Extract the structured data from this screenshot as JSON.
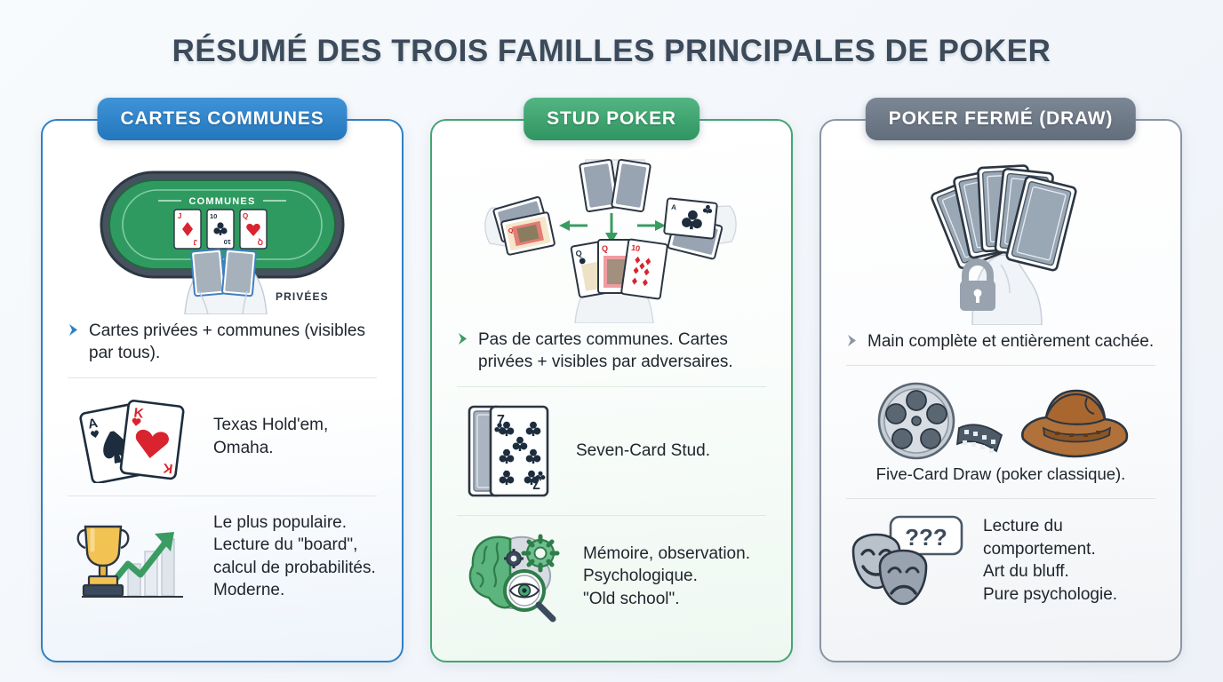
{
  "title": "RÉSUMÉ DES TROIS FAMILLES PRINCIPALES DE POKER",
  "colors": {
    "blue": "#2f80c6",
    "green": "#44a572",
    "gray": "#8a95a3",
    "title_text": "#3c4a5a",
    "body_text": "#20262e",
    "table_felt": "#2f9a5f",
    "heart_red": "#d9232e",
    "spade_dark": "#1d2d3e"
  },
  "columns": [
    {
      "id": "community-cards",
      "accent": "blue",
      "header": "CARTES COMMUNES",
      "illustration": {
        "name": "poker-table-illustration",
        "label_top": "COMMUNES",
        "label_hand": "PRIVÉES",
        "community_cards": [
          {
            "rank": "J",
            "suit": "diamond"
          },
          {
            "rank": "10",
            "suit": "club"
          },
          {
            "rank": "Q",
            "suit": "heart"
          }
        ],
        "hole_cards": 2
      },
      "bullet": "Cartes privées + communes (visibles par tous).",
      "rows": [
        {
          "icon": "two-cards-ace-spade-king-heart-icon",
          "text": "Texas Hold'em,\nOmaha.",
          "layout": "side"
        },
        {
          "icon": "trophy-growth-chart-icon",
          "text": "Le plus populaire.\nLecture du \"board\",\ncalcul de probabilités.\nModerne.",
          "layout": "side"
        }
      ]
    },
    {
      "id": "stud-poker",
      "accent": "green",
      "header": "STUD POKER",
      "illustration": {
        "name": "stud-dealing-illustration",
        "dealer_cards": 2,
        "arrows": [
          "left",
          "down",
          "right"
        ],
        "player_hands": 3
      },
      "bullet": "Pas de cartes communes. Cartes privées + visibles par adversaires.",
      "rows": [
        {
          "icon": "seven-of-clubs-with-facedown-icon",
          "text": "Seven-Card Stud.",
          "layout": "side"
        },
        {
          "icon": "brain-gears-magnifier-icon",
          "text": "Mémoire, observation.\nPsychologique.\n\"Old school\".",
          "layout": "side"
        }
      ]
    },
    {
      "id": "draw-poker",
      "accent": "gray",
      "header": "POKER FERMÉ (DRAW)",
      "illustration": {
        "name": "hidden-hand-lock-illustration",
        "cards_in_hand": 5,
        "lock": true
      },
      "bullet": "Main complète et entièrement cachée.",
      "rows": [
        {
          "icon": "film-reel-cowboy-hat-icon",
          "text": "Five-Card Draw (poker classique).",
          "layout": "stacked"
        },
        {
          "icon": "theater-masks-question-icon",
          "bubble_text": "???",
          "text": "Lecture du\ncomportement.\nArt du bluff.\nPure psychologie.",
          "layout": "side"
        }
      ]
    }
  ]
}
